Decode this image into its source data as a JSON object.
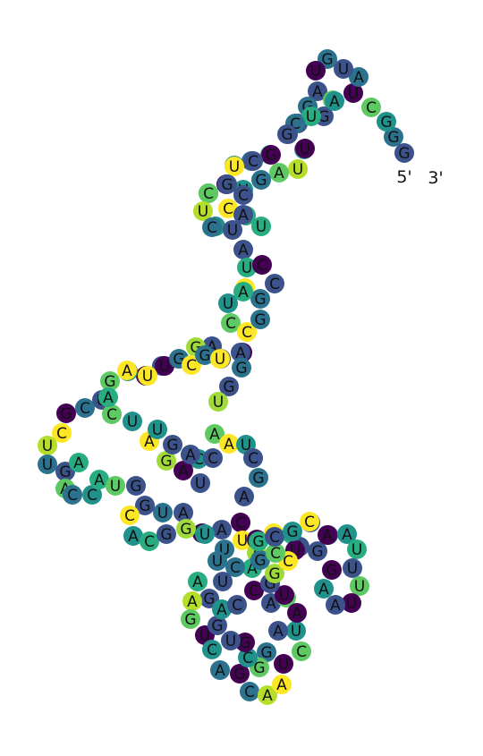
{
  "diagram": {
    "end_labels": {
      "five_prime": "5'",
      "three_prime": "3'"
    },
    "palette": [
      "#440154",
      "#46327e",
      "#365c8d",
      "#277f8e",
      "#1fa187",
      "#4ac16d",
      "#a0da39",
      "#fde725"
    ],
    "nucleotides": [
      {
        "b": "G",
        "c": "#3b528b"
      },
      {
        "b": "G",
        "c": "#2c728e"
      },
      {
        "b": "G",
        "c": "#21918c"
      },
      {
        "b": "C",
        "c": "#5ec962"
      },
      {
        "b": "U",
        "c": "#440154"
      },
      {
        "b": "A",
        "c": "#2c728e"
      },
      {
        "b": "U",
        "c": "#3b528b"
      },
      {
        "b": "G",
        "c": "#2c728e"
      },
      {
        "b": "U",
        "c": "#440154"
      },
      {
        "b": "A",
        "c": "#3b528b"
      },
      {
        "b": "G",
        "c": "#2c728e"
      },
      {
        "b": "C",
        "c": "#3b528b"
      },
      {
        "b": "A",
        "c": "#3b528b"
      },
      {
        "b": "U",
        "c": "#21918c"
      },
      {
        "b": "U",
        "c": "#b5de2b"
      },
      {
        "b": "A",
        "c": "#5ec962"
      },
      {
        "b": "G",
        "c": "#2c728e"
      },
      {
        "b": "U",
        "c": "#21918c"
      },
      {
        "b": "C",
        "c": "#fde725"
      },
      {
        "b": "U",
        "c": "#21918c"
      },
      {
        "b": "G",
        "c": "#2c728e"
      },
      {
        "b": "C",
        "c": "#440154"
      },
      {
        "b": "G",
        "c": "#21918c"
      },
      {
        "b": "A",
        "c": "#2c728e"
      },
      {
        "b": "A",
        "c": "#27ad81"
      },
      {
        "b": "A",
        "c": "#5ec962"
      },
      {
        "b": "U",
        "c": "#440154"
      },
      {
        "b": "G",
        "c": "#3b528b"
      },
      {
        "b": "A",
        "c": "#21918c"
      },
      {
        "b": "U",
        "c": "#27ad81"
      },
      {
        "b": "C",
        "c": "#2c728e"
      },
      {
        "b": "G",
        "c": "#3b528b"
      },
      {
        "b": "G",
        "c": "#440154"
      },
      {
        "b": "C",
        "c": "#3b528b"
      },
      {
        "b": "U",
        "c": "#fde725"
      },
      {
        "b": "G",
        "c": "#3b528b"
      },
      {
        "b": "C",
        "c": "#5ec962"
      },
      {
        "b": "U",
        "c": "#b5de2b"
      },
      {
        "b": "C",
        "c": "#2c728e"
      },
      {
        "b": "U",
        "c": "#3b528b"
      },
      {
        "b": "A",
        "c": "#27ad81"
      },
      {
        "b": "C",
        "c": "#3b528b"
      },
      {
        "b": "A",
        "c": "#3b528b"
      },
      {
        "b": "U",
        "c": "#27ad81"
      },
      {
        "b": "A",
        "c": "#3b528b"
      },
      {
        "b": "U",
        "c": "#27ad81"
      },
      {
        "b": "A",
        "c": "#fde725"
      },
      {
        "b": "C",
        "c": "#440154"
      },
      {
        "b": "C",
        "c": "#3b528b"
      },
      {
        "b": "G",
        "c": "#2c728e"
      },
      {
        "b": "U",
        "c": "#21918c"
      },
      {
        "b": "A",
        "c": "#27ad81"
      },
      {
        "b": "C",
        "c": "#5ec962"
      },
      {
        "b": "C",
        "c": "#fde725"
      },
      {
        "b": "G",
        "c": "#2c728e"
      },
      {
        "b": "G",
        "c": "#440154"
      },
      {
        "b": "C",
        "c": "#3b528b"
      },
      {
        "b": "A",
        "c": "#3b528b"
      },
      {
        "b": "G",
        "c": "#a0da39"
      },
      {
        "b": "A",
        "c": "#b5de2b"
      },
      {
        "b": "U",
        "c": "#3b528b"
      },
      {
        "b": "A",
        "c": "#440154"
      },
      {
        "b": "C",
        "c": "#21918c"
      },
      {
        "b": "G",
        "c": "#5ec962"
      },
      {
        "b": "U",
        "c": "#3b528b"
      },
      {
        "b": "C",
        "c": "#2c728e"
      },
      {
        "b": "G",
        "c": "#440154"
      },
      {
        "b": "C",
        "c": "#fde725"
      },
      {
        "b": "U",
        "c": "#b5de2b"
      },
      {
        "b": "U",
        "c": "#2c728e"
      },
      {
        "b": "G",
        "c": "#3b528b"
      },
      {
        "b": "A",
        "c": "#27ad81"
      },
      {
        "b": "A",
        "c": "#5ec962"
      },
      {
        "b": "C",
        "c": "#2c728e"
      },
      {
        "b": "C",
        "c": "#21918c"
      },
      {
        "b": "A",
        "c": "#27ad81"
      },
      {
        "b": "U",
        "c": "#5ec962"
      },
      {
        "b": "G",
        "c": "#3b528b"
      },
      {
        "b": "U",
        "c": "#21918c"
      },
      {
        "b": "C",
        "c": "#5ec962"
      },
      {
        "b": "A",
        "c": "#27ad81"
      },
      {
        "b": "A",
        "c": "#fde725"
      },
      {
        "b": "U",
        "c": "#fde725"
      },
      {
        "b": "U",
        "c": "#440154"
      },
      {
        "b": "G",
        "c": "#2c728e"
      },
      {
        "b": "C",
        "c": "#fde725"
      },
      {
        "b": "G",
        "c": "#2c728e"
      },
      {
        "b": "U",
        "c": "#fde725"
      },
      {
        "b": "A",
        "c": "#3b528b"
      },
      {
        "b": "G",
        "c": "#2c728e"
      },
      {
        "b": "G",
        "c": "#3b528b"
      },
      {
        "b": "U",
        "c": "#a0da39"
      },
      {
        "b": "A",
        "c": "#5ec962"
      },
      {
        "b": "C",
        "c": "#21918c"
      },
      {
        "b": "U",
        "c": "#3b528b"
      },
      {
        "b": "A",
        "c": "#440154"
      },
      {
        "b": "G",
        "c": "#a0da39"
      },
      {
        "b": "A",
        "c": "#fde725"
      },
      {
        "b": "U",
        "c": "#21918c"
      },
      {
        "b": "G",
        "c": "#3b528b"
      },
      {
        "b": "A",
        "c": "#3b528b"
      },
      {
        "b": "C",
        "c": "#3b528b"
      },
      {
        "b": "A",
        "c": "#fde725"
      },
      {
        "b": "U",
        "c": "#21918c"
      },
      {
        "b": "C",
        "c": "#3b528b"
      },
      {
        "b": "G",
        "c": "#2c728e"
      },
      {
        "b": "A",
        "c": "#3b528b"
      },
      {
        "b": "C",
        "c": "#440154"
      },
      {
        "b": "A",
        "c": "#3b528b"
      },
      {
        "b": "A",
        "c": "#440154"
      },
      {
        "b": "A",
        "c": "#3b528b"
      },
      {
        "b": "U",
        "c": "#2c728e"
      },
      {
        "b": "G",
        "c": "#3b528b"
      },
      {
        "b": "C",
        "c": "#fde725"
      },
      {
        "b": "A",
        "c": "#21918c"
      },
      {
        "b": "C",
        "c": "#27ad81"
      },
      {
        "b": "G",
        "c": "#3b528b"
      },
      {
        "b": "G",
        "c": "#a0da39"
      },
      {
        "b": "U",
        "c": "#21918c"
      },
      {
        "b": "U",
        "c": "#2c728e"
      },
      {
        "b": "U",
        "c": "#fde725"
      },
      {
        "b": "A",
        "c": "#a0da39"
      },
      {
        "b": "A",
        "c": "#27ad81"
      },
      {
        "b": "C",
        "c": "#2c728e"
      },
      {
        "b": "U",
        "c": "#2c728e"
      },
      {
        "b": "U",
        "c": "#3b528b"
      },
      {
        "b": "G",
        "c": "#3b528b"
      },
      {
        "b": "A",
        "c": "#27ad81"
      },
      {
        "b": "A",
        "c": "#b5de2b"
      },
      {
        "b": "G",
        "c": "#5ec962"
      },
      {
        "b": "U",
        "c": "#440154"
      },
      {
        "b": "C",
        "c": "#21918c"
      },
      {
        "b": "A",
        "c": "#2c728e"
      },
      {
        "b": "G",
        "c": "#440154"
      },
      {
        "b": "C",
        "c": "#2c728e"
      },
      {
        "b": "A",
        "c": "#b5de2b"
      },
      {
        "b": "A",
        "c": "#fde725"
      },
      {
        "b": "U",
        "c": "#440154"
      },
      {
        "b": "C",
        "c": "#5ec962"
      },
      {
        "b": "U",
        "c": "#21918c"
      },
      {
        "b": "A",
        "c": "#3b528b"
      },
      {
        "b": "G",
        "c": "#2c728e"
      },
      {
        "b": "G",
        "c": "#5ec962"
      },
      {
        "b": "C",
        "c": "#21918c"
      },
      {
        "b": "G",
        "c": "#440154"
      },
      {
        "b": "U",
        "c": "#3b528b"
      },
      {
        "b": "G",
        "c": "#3b528b"
      },
      {
        "b": "A",
        "c": "#21918c"
      },
      {
        "b": "C",
        "c": "#3b528b"
      },
      {
        "b": "C",
        "c": "#440154"
      },
      {
        "b": "A",
        "c": "#3b528b"
      },
      {
        "b": "C",
        "c": "#5ec962"
      },
      {
        "b": "A",
        "c": "#440154"
      },
      {
        "b": "U",
        "c": "#440154"
      },
      {
        "b": "G",
        "c": "#3b528b"
      },
      {
        "b": "G",
        "c": "#a0da39"
      },
      {
        "b": "G",
        "c": "#2c728e"
      },
      {
        "b": "U",
        "c": "#440154"
      },
      {
        "b": "C",
        "c": "#fde725"
      },
      {
        "b": "G",
        "c": "#27ad81"
      },
      {
        "b": "C",
        "c": "#3b528b"
      },
      {
        "b": "U",
        "c": "#3b528b"
      },
      {
        "b": "A",
        "c": "#21918c"
      },
      {
        "b": "U",
        "c": "#27ad81"
      },
      {
        "b": "U",
        "c": "#3b528b"
      },
      {
        "b": "U",
        "c": "#5ec962"
      },
      {
        "b": "U",
        "c": "#440154"
      },
      {
        "b": "A",
        "c": "#3b528b"
      },
      {
        "b": "A",
        "c": "#21918c"
      },
      {
        "b": "G",
        "c": "#440154"
      },
      {
        "b": "G",
        "c": "#3b528b"
      },
      {
        "b": "A",
        "c": "#3b528b"
      },
      {
        "b": "U",
        "c": "#440154"
      },
      {
        "b": "C",
        "c": "#fde725"
      },
      {
        "b": "C",
        "c": "#5ec962"
      },
      {
        "b": "G",
        "c": "#27ad81"
      },
      {
        "b": "C",
        "c": "#3b528b"
      },
      {
        "b": "G",
        "c": "#21918c"
      },
      {
        "b": "C",
        "c": "#fde725"
      },
      {
        "b": "A",
        "c": "#440154"
      }
    ]
  }
}
